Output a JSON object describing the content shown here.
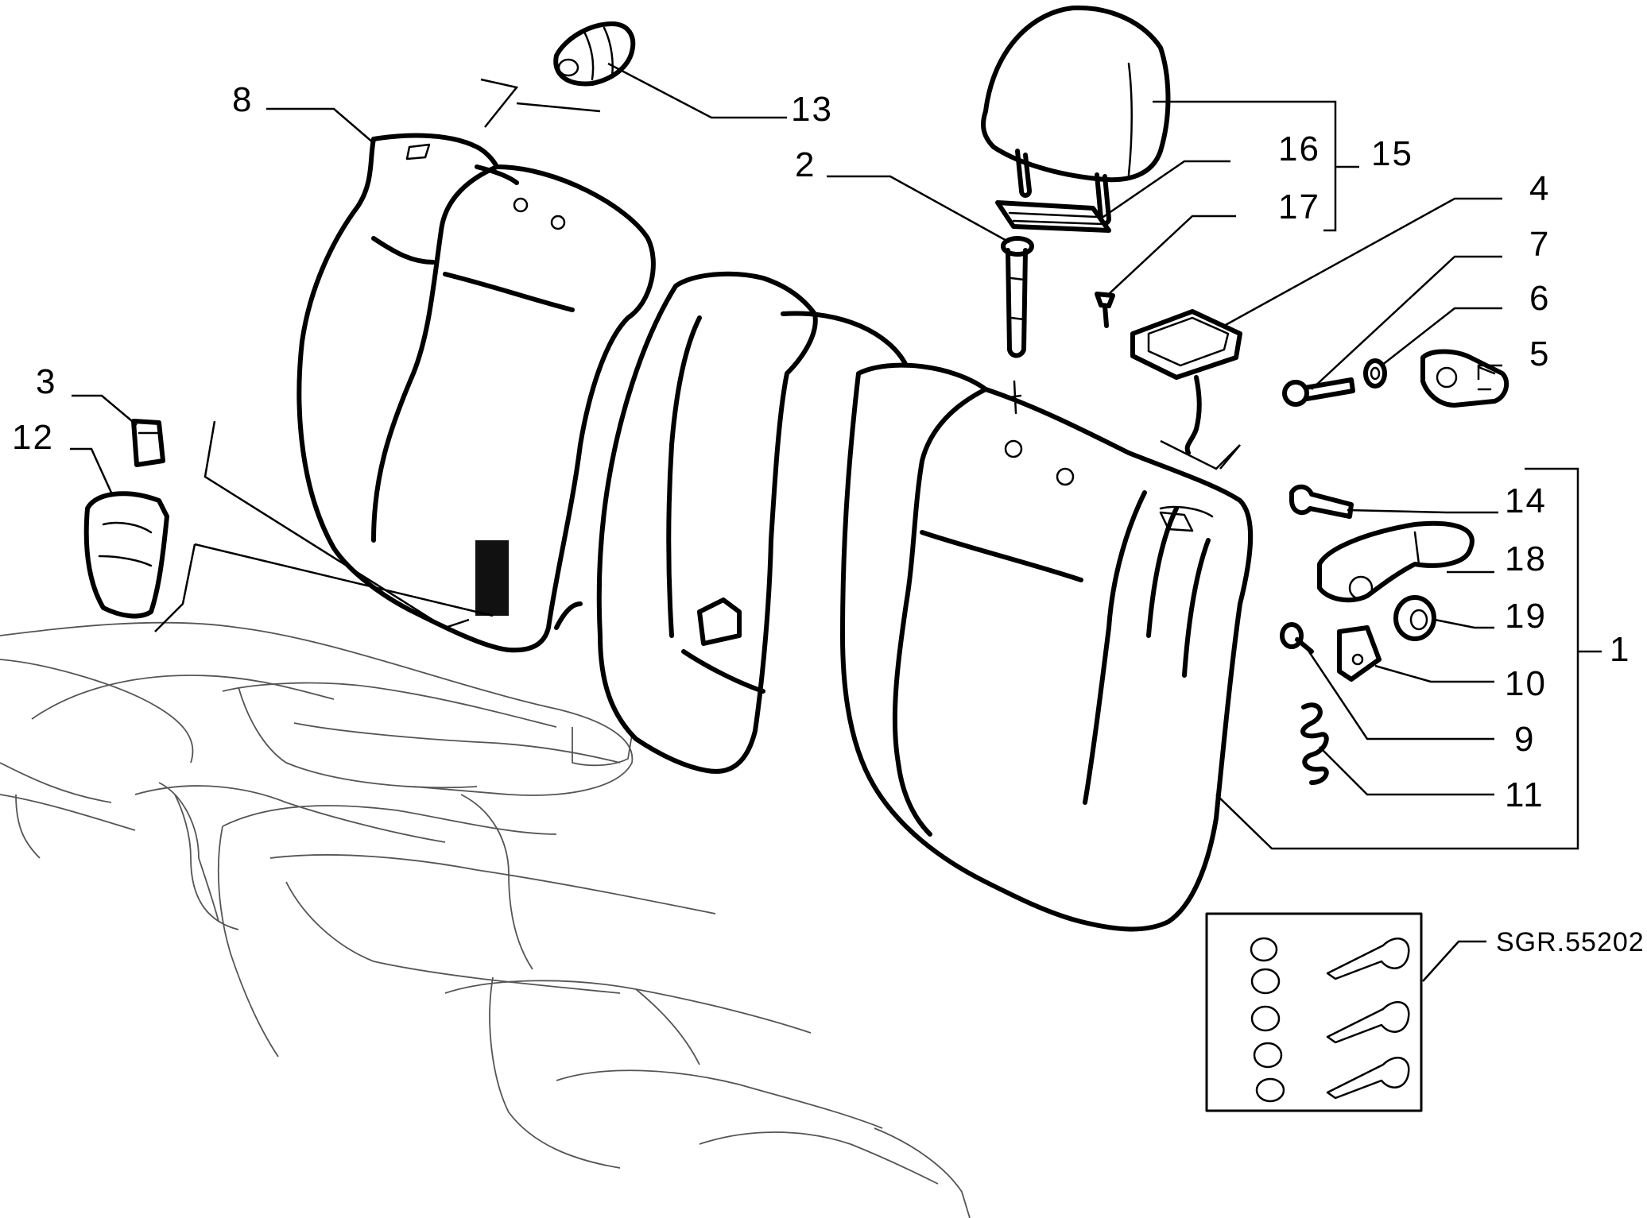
{
  "callouts": {
    "c1": "1",
    "c2": "2",
    "c3": "3",
    "c4": "4",
    "c5": "5",
    "c6": "6",
    "c7": "7",
    "c8": "8",
    "c9": "9",
    "c10": "10",
    "c11": "11",
    "c12": "12",
    "c13": "13",
    "c14": "14",
    "c15": "15",
    "c16": "16",
    "c17": "17",
    "c18": "18",
    "c19": "19"
  },
  "reference_code": "SGR.55202"
}
